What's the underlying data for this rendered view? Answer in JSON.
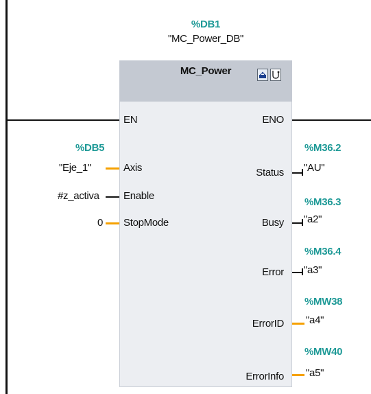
{
  "block": {
    "instance_db_address": "%DB1",
    "instance_db_name": "\"MC_Power_DB\"",
    "title": "MC_Power",
    "toolbar_icons": [
      "db-block-icon",
      "diagnostics-icon"
    ]
  },
  "inputs": [
    {
      "pin": "EN",
      "address": "",
      "value": ""
    },
    {
      "pin": "Axis",
      "address": "%DB5",
      "value": "\"Eje_1\""
    },
    {
      "pin": "Enable",
      "address": "",
      "value": "#z_activa"
    },
    {
      "pin": "StopMode",
      "address": "",
      "value": "0"
    }
  ],
  "outputs": [
    {
      "pin": "ENO",
      "address": "",
      "value": ""
    },
    {
      "pin": "Status",
      "address": "%M36.2",
      "value": "\"AU\""
    },
    {
      "pin": "Busy",
      "address": "%M36.3",
      "value": "\"a2\""
    },
    {
      "pin": "Error",
      "address": "%M36.4",
      "value": "\"a3\""
    },
    {
      "pin": "ErrorID",
      "address": "%MW38",
      "value": "\"a4\""
    },
    {
      "pin": "ErrorInfo",
      "address": "%MW40",
      "value": "\"a5\""
    }
  ],
  "colors": {
    "address": "#1f9a97",
    "connector": "#f5a000",
    "block_body": "#eceef2",
    "block_header": "#c4c9d2"
  }
}
